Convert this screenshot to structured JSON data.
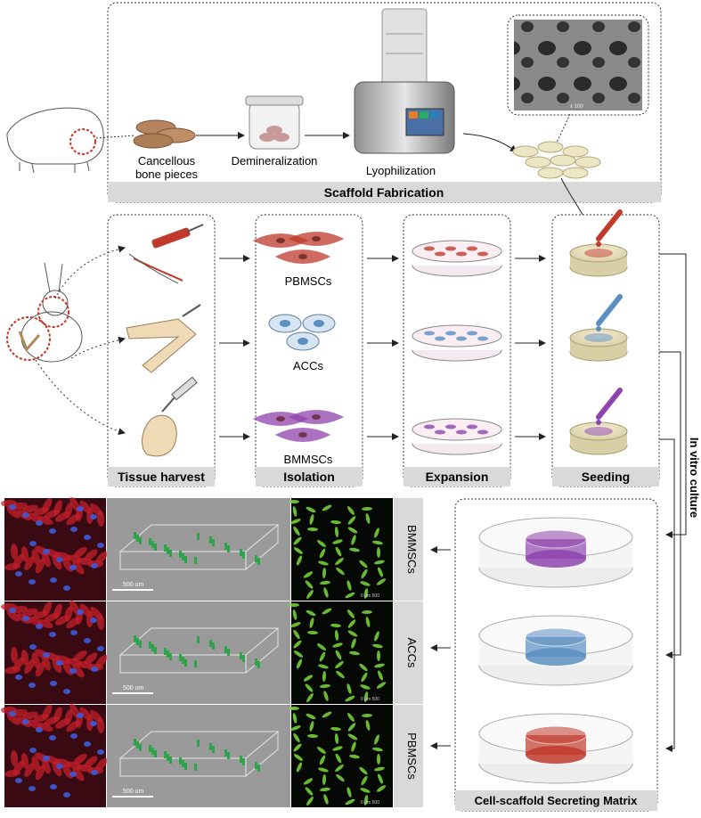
{
  "fabrication": {
    "steps": [
      "Cancellous\nbone pieces",
      "Demineralization",
      "Lyophilization"
    ],
    "section_label": "Scaffold Fabrication"
  },
  "harvest": {
    "section_labels": [
      "Tissue harvest",
      "Isolation",
      "Expansion",
      "Seeding"
    ],
    "cells": [
      "PBMSCs",
      "ACCs",
      "BMMSCs"
    ]
  },
  "culture": {
    "label": "In vitro culture",
    "box_label": "Cell-scaffold Secreting Matrix"
  },
  "microscopy": {
    "rows": [
      "BMMSCs",
      "ACCs",
      "PBMSCs"
    ],
    "scale_bar_label": "500 um",
    "small_scale": [
      "0",
      "µm",
      "500"
    ]
  },
  "sem_scale": "x 100",
  "colors": {
    "pbmsc": "#c0392b",
    "acc": "#5b8ec2",
    "bmmsc": "#8e44ad",
    "panel_bg": "#eeeeee",
    "label_bar": "#d9d9d9"
  }
}
